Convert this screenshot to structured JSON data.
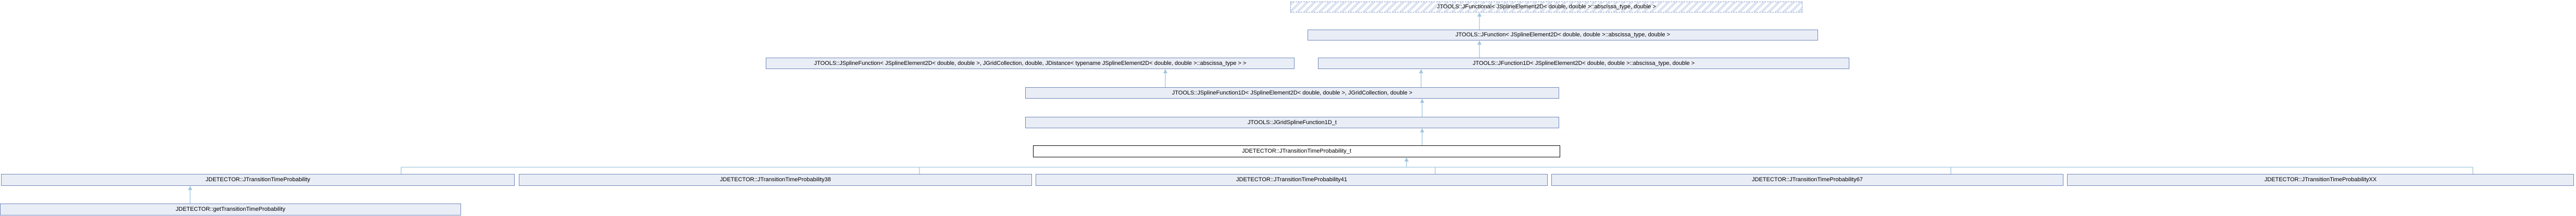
{
  "diagram": {
    "kind": "class-inheritance-graph",
    "colors": {
      "background": "#ffffff",
      "node_fill": "#e9edf6",
      "node_border": "#7086b8",
      "template_node_stripe": "#dde4f2",
      "template_node_border": "#7d97c8",
      "current_node_fill": "#ffffff",
      "current_node_border": "#000000",
      "edge": "#9fc6de",
      "text": "#000000"
    },
    "nodes": {
      "jfunctional": {
        "label": "JTOOLS::JFunctional< JSplineElement2D< double, double >::abscissa_type, double >"
      },
      "jfunction": {
        "label": "JTOOLS::JFunction< JSplineElement2D< double, double >::abscissa_type, double >"
      },
      "jspline_function": {
        "label": "JTOOLS::JSplineFunction< JSplineElement2D< double, double >, JGridCollection, double, JDistance< typename JSplineElement2D< double, double >::abscissa_type > >"
      },
      "jfunction1d": {
        "label": "JTOOLS::JFunction1D< JSplineElement2D< double, double >::abscissa_type, double >"
      },
      "jspline_function1d": {
        "label": "JTOOLS::JSplineFunction1D< JSplineElement2D< double, double >, JGridCollection, double >"
      },
      "jgrid_spline_function1d_t": {
        "label": "JTOOLS::JGridSplineFunction1D_t"
      },
      "jtransition_time_probability_t": {
        "label": "JDETECTOR::JTransitionTimeProbability_t"
      },
      "jtransition_time_probability": {
        "label": "JDETECTOR::JTransitionTimeProbability"
      },
      "jtransition_time_probability38": {
        "label": "JDETECTOR::JTransitionTimeProbability38"
      },
      "jtransition_time_probability41": {
        "label": "JDETECTOR::JTransitionTimeProbability41"
      },
      "jtransition_time_probability67": {
        "label": "JDETECTOR::JTransitionTimeProbability67"
      },
      "jtransition_time_probabilityXX": {
        "label": "JDETECTOR::JTransitionTimeProbabilityXX"
      },
      "get_transition_time_probability": {
        "label": "JDETECTOR::getTransitionTimeProbability"
      }
    }
  }
}
